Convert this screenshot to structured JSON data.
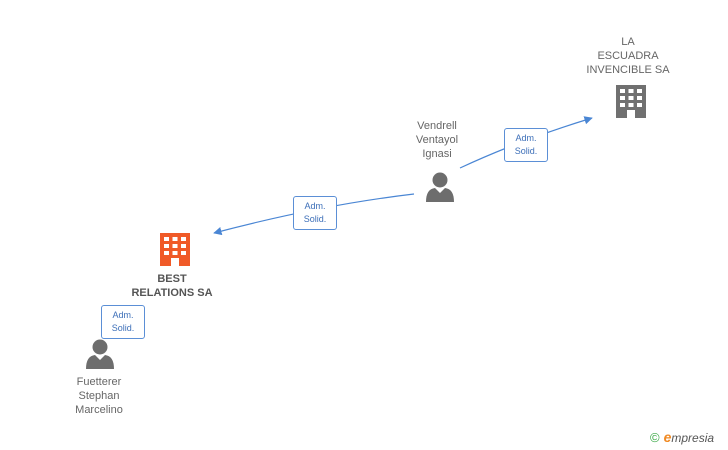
{
  "nodes": {
    "la_escuadra": {
      "lines": [
        "LA",
        "ESCUADRA",
        "INVENCIBLE SA"
      ],
      "color": "#707070"
    },
    "vendrell": {
      "lines": [
        "Vendrell",
        "Ventayol",
        "Ignasi"
      ]
    },
    "best_relations": {
      "lines": [
        "BEST",
        "RELATIONS SA"
      ],
      "color": "#f05a28"
    },
    "fuetterer": {
      "lines": [
        "Fuetterer",
        "Stephan",
        "Marcelino"
      ]
    }
  },
  "edges": [
    {
      "lines": [
        "Adm.",
        "Solid."
      ]
    },
    {
      "lines": [
        "Adm.",
        "Solid."
      ]
    },
    {
      "lines": [
        "Adm.",
        "Solid."
      ]
    }
  ],
  "colors": {
    "edge": "#4a86d4",
    "person": "#6d6d6d"
  },
  "brand": {
    "copyright": "©",
    "e": "e",
    "rest": "mpresia"
  }
}
